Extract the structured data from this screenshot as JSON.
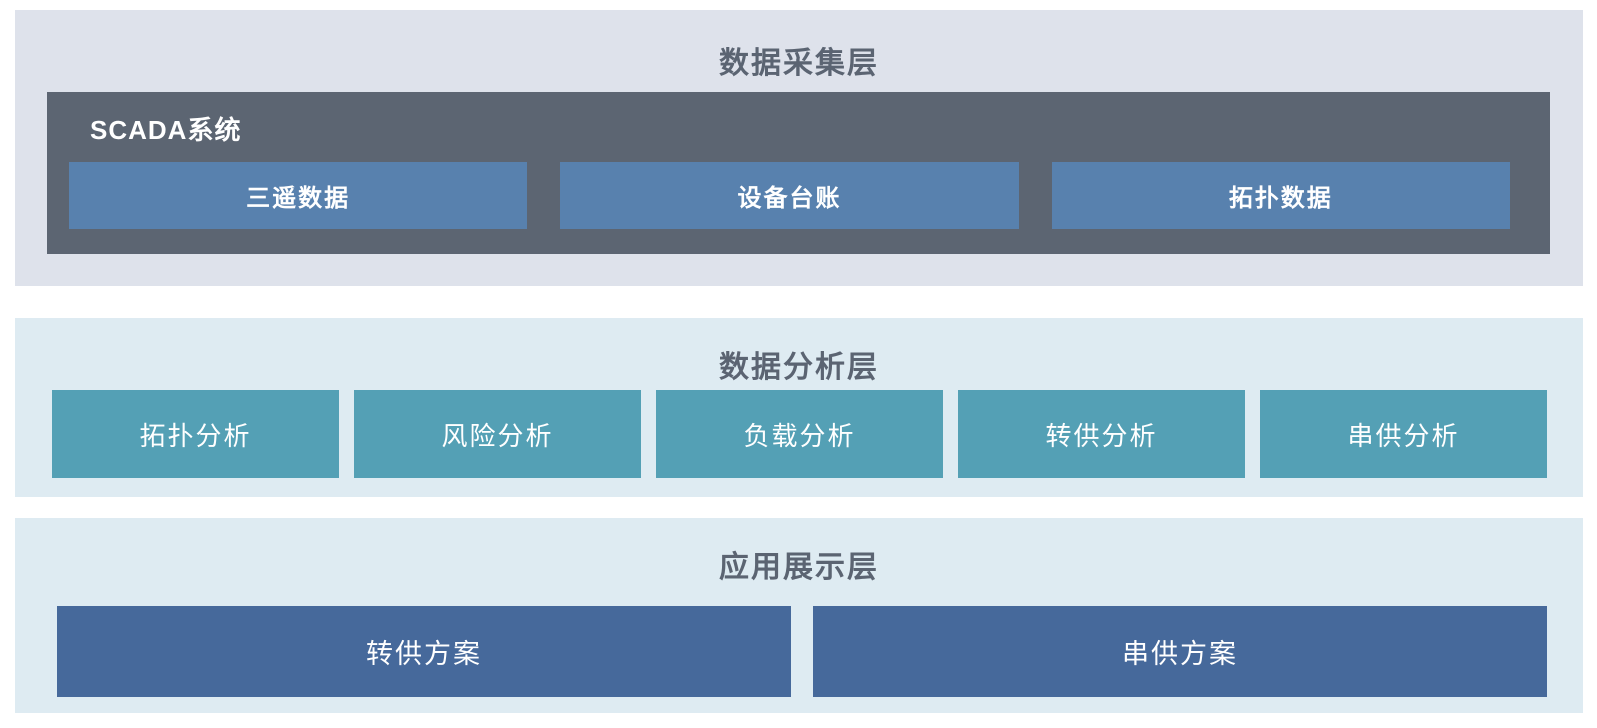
{
  "colors": {
    "page_bg": "#ffffff",
    "collection_layer_bg": "#dee2eb",
    "analysis_layer_bg": "#deebf2",
    "display_layer_bg": "#deebf2",
    "scada_box_bg": "#5c6572",
    "scada_item_bg": "#5881ae",
    "analysis_item_bg": "#54a0b5",
    "display_item_bg": "#46699b",
    "layer_title_text": "#5b6472",
    "item_text": "#ffffff"
  },
  "collection_layer": {
    "title": "数据采集层",
    "scada": {
      "label": "SCADA系统",
      "items": [
        {
          "label": "三遥数据"
        },
        {
          "label": "设备台账"
        },
        {
          "label": "拓扑数据"
        }
      ]
    }
  },
  "analysis_layer": {
    "title": "数据分析层",
    "items": [
      {
        "label": "拓扑分析"
      },
      {
        "label": "风险分析"
      },
      {
        "label": "负载分析"
      },
      {
        "label": "转供分析"
      },
      {
        "label": "串供分析"
      }
    ]
  },
  "display_layer": {
    "title": "应用展示层",
    "items": [
      {
        "label": "转供方案"
      },
      {
        "label": "串供方案"
      }
    ]
  }
}
